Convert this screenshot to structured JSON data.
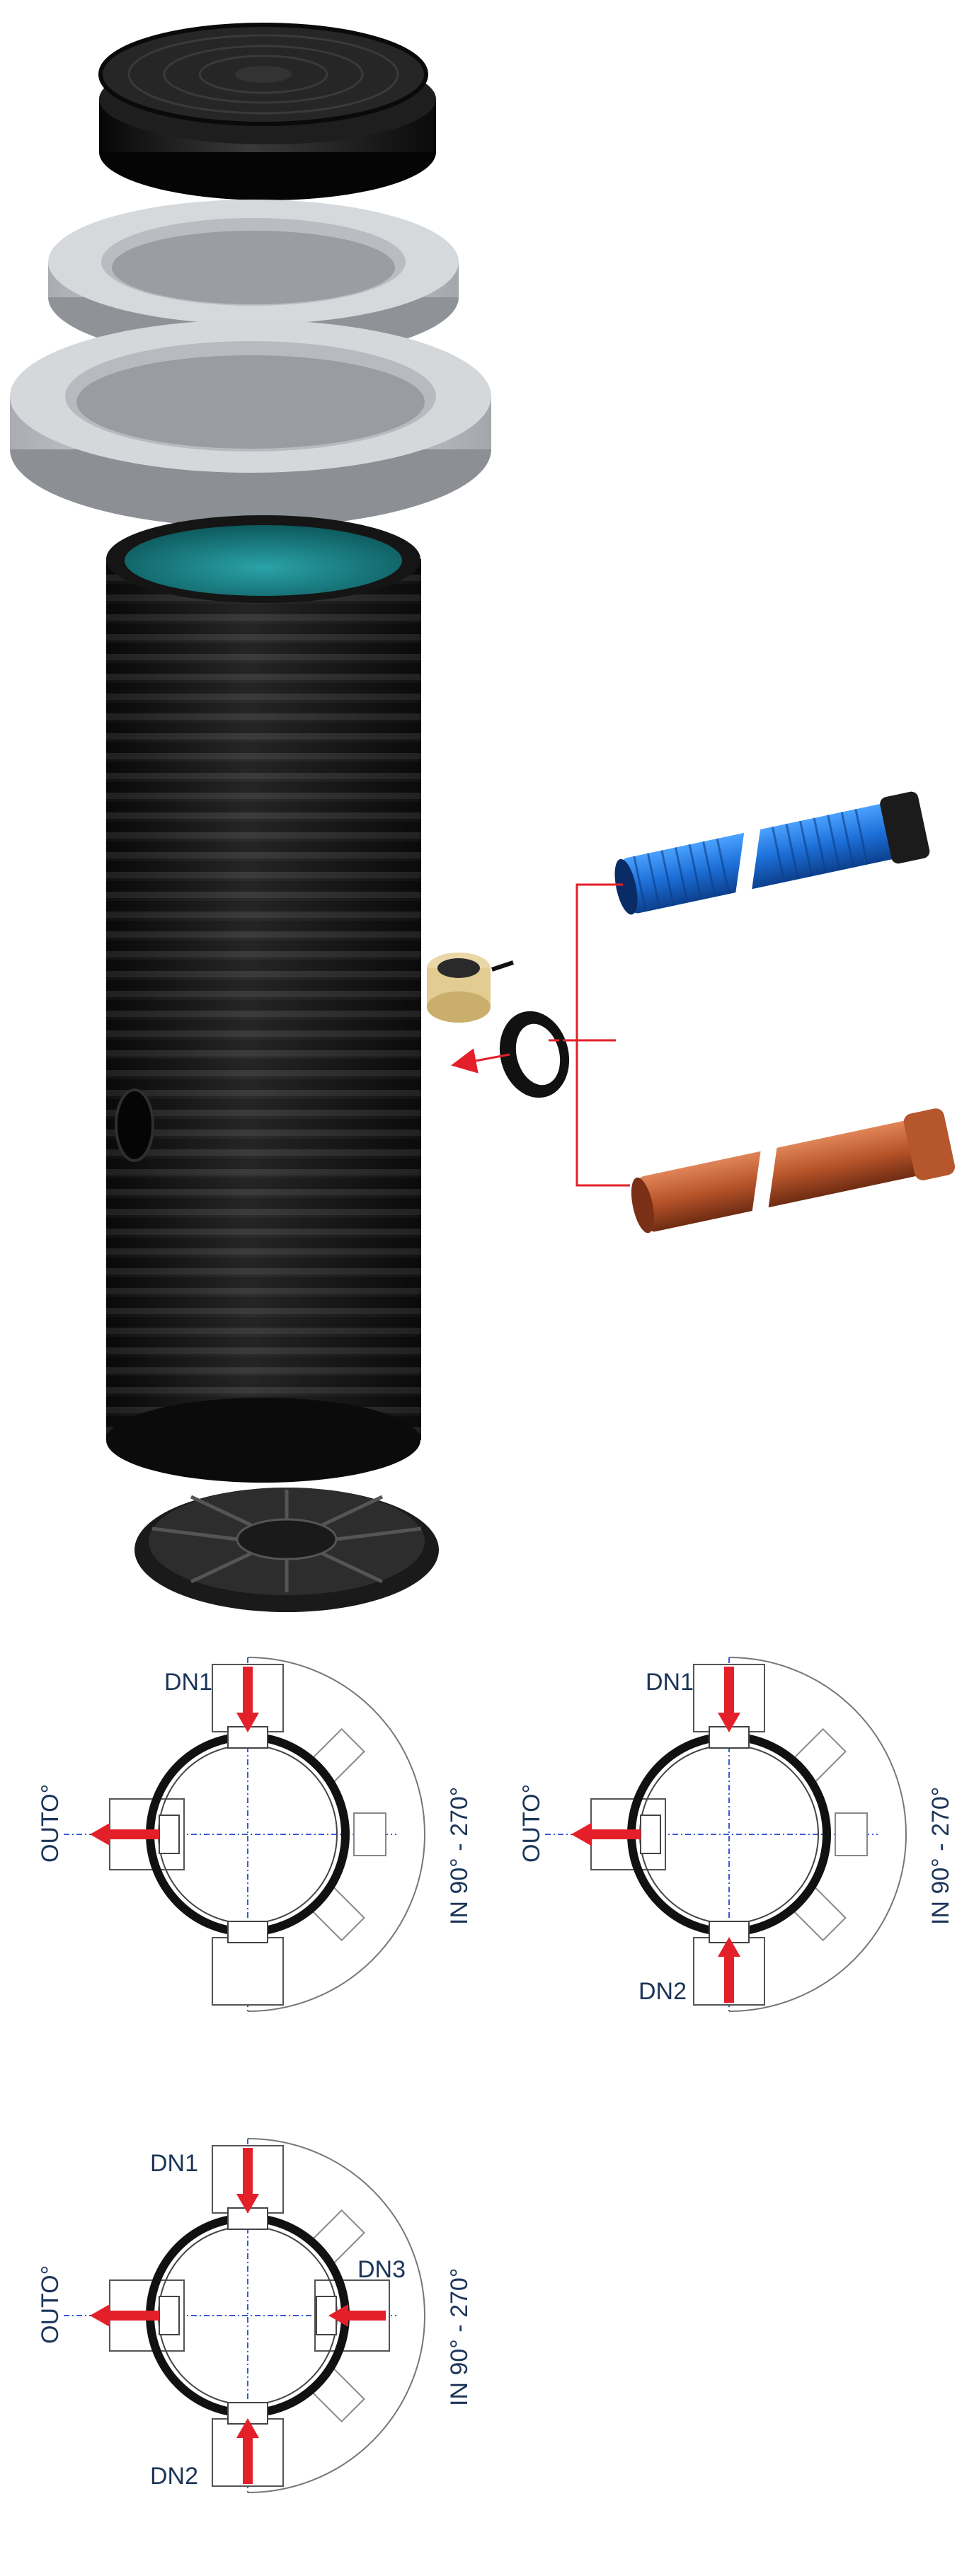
{
  "diagram_1": {
    "dn1": "DN1",
    "out": "OUTO°",
    "in_range": "IN 90° - 270°"
  },
  "diagram_2": {
    "dn1": "DN1",
    "dn2": "DN2",
    "out": "OUTO°",
    "in_range": "IN 90° - 270°"
  },
  "diagram_3": {
    "dn1": "DN1",
    "dn2": "DN2",
    "dn3": "DN3",
    "out": "OUTO°",
    "in_range": "IN 90° - 270°"
  },
  "colors": {
    "arrow": "#e3202a",
    "axis": "#3b5bd6",
    "label": "#1b3558",
    "pipe_blue": "#1d6fd8",
    "pipe_orange": "#b8542a",
    "shaft_lining": "#1f8a8f"
  }
}
